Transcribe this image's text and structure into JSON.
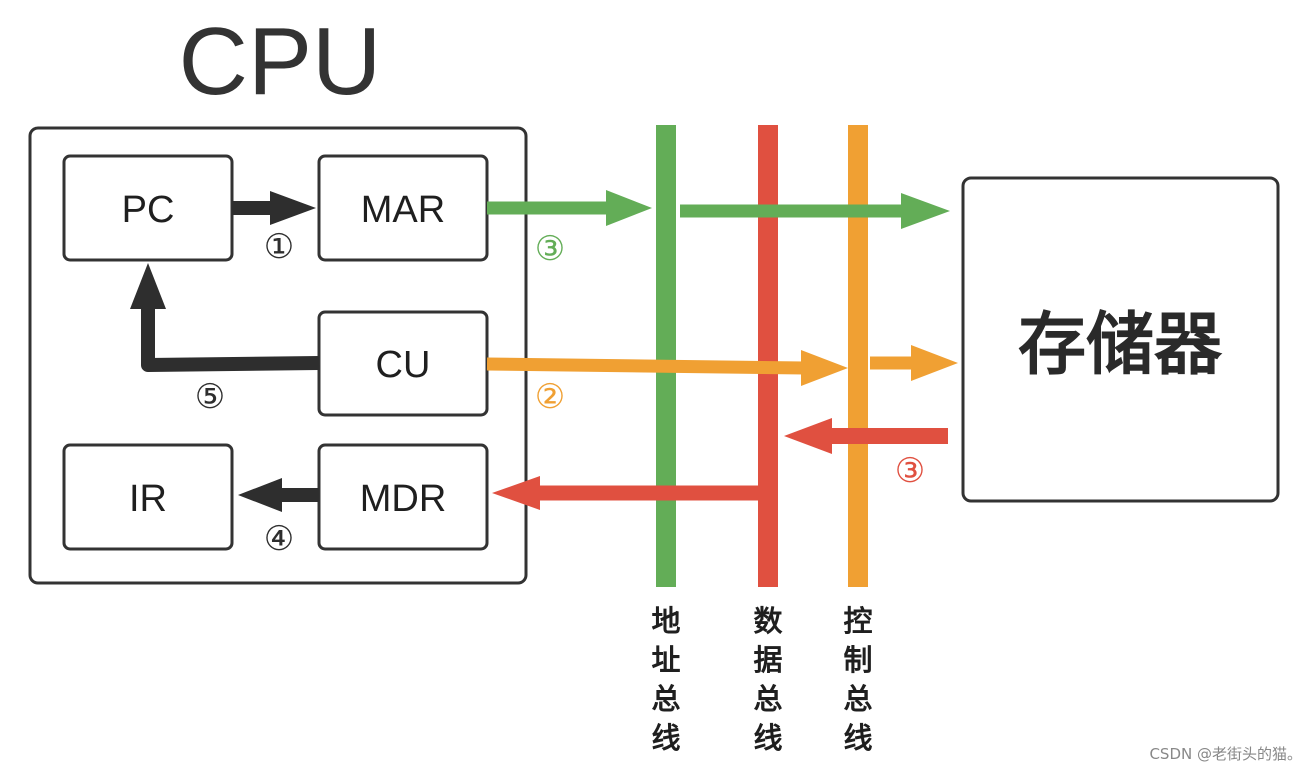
{
  "title": "CPU",
  "cpu_registers": {
    "pc": "PC",
    "mar": "MAR",
    "cu": "CU",
    "ir": "IR",
    "mdr": "MDR"
  },
  "memory": "存储器",
  "buses": {
    "address": "地址总线",
    "data": "数据总线",
    "control": "控制总线"
  },
  "steps": {
    "pc_to_mar": "①",
    "mar_to_memory": "③",
    "cu_to_memory": "②",
    "memory_to_mdr": "③",
    "mdr_to_ir": "④",
    "cu_to_pc": "⑤"
  },
  "colors": {
    "address_bus": "#63ad57",
    "data_bus": "#e05040",
    "control_bus": "#f0a033",
    "internal": "#2e2e2e",
    "box_border": "#333333"
  },
  "watermark": "CSDN @老街头的猫。"
}
